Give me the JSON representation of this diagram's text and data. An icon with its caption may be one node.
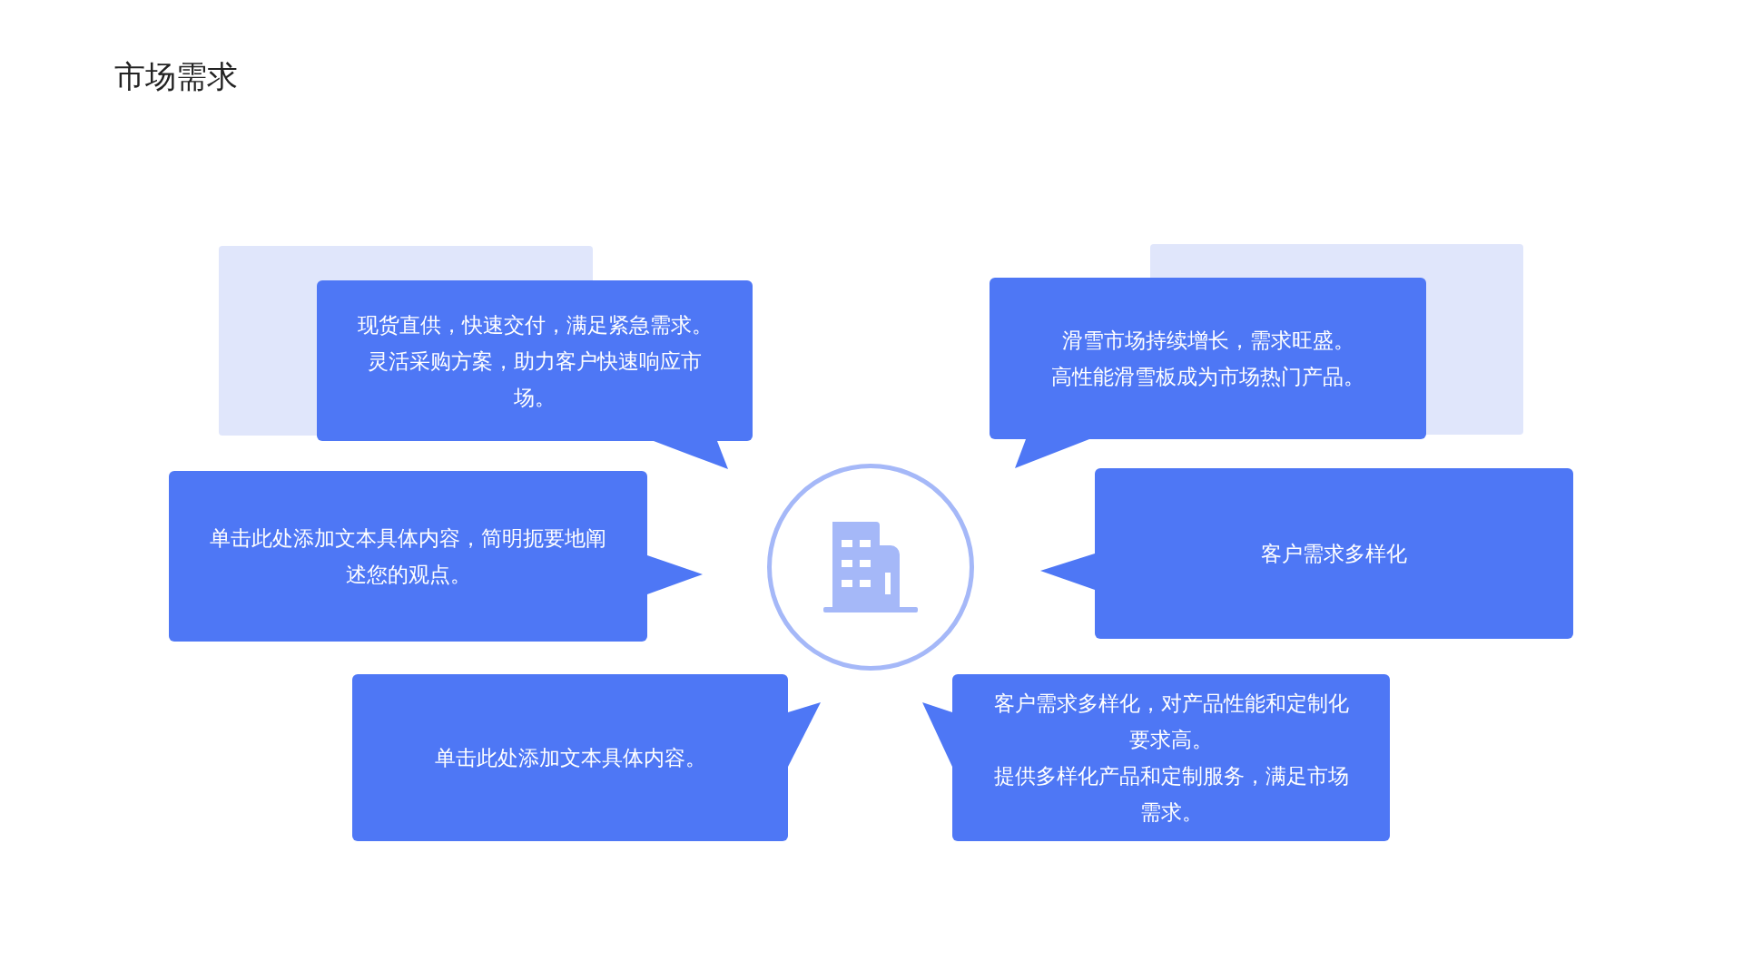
{
  "diagram": {
    "title": "市场需求",
    "nodes": [
      {
        "text": [
          "现货直供，快速交付，满足紧急需求。",
          "灵活采购方案，助力客户快速响应市场。"
        ]
      },
      {
        "text": [
          "滑雪市场持续增长，需求旺盛。",
          "高性能滑雪板成为市场热门产品。"
        ]
      },
      {
        "text": [
          "单击此处添加文本具体内容，简明扼要地阐述您的观点。"
        ]
      },
      {
        "text": [],
        "shape": "circle"
      },
      {
        "text": [
          "客户需求多样化"
        ]
      },
      {
        "text": [
          "单击此处添加文本具体内容。"
        ]
      },
      {
        "text": [
          "客户需求多样化，对产品性能和定制化要求高。",
          "提供多样化产品和定制服务，满足市场需求。"
        ]
      }
    ]
  }
}
